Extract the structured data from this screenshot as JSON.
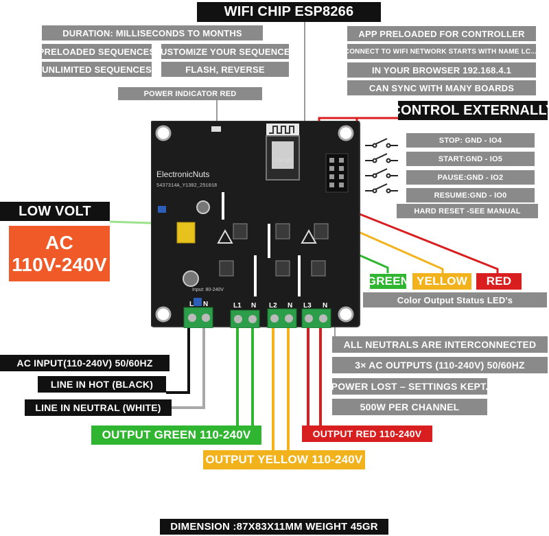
{
  "title": "WIFI CHIP ESP8266",
  "features": {
    "duration": "DURATION: MILLISECONDS TO MONTHS",
    "preloaded": "PRELOADED SEQUENCES",
    "customize": "CUSTOMIZE YOUR SEQUENCES",
    "unlimited": "UNLIMITED SEQUENCES",
    "flash": "FLASH, REVERSE",
    "power_indicator": "POWER INDICATOR RED"
  },
  "app": {
    "preloaded": "APP PRELOADED FOR CONTROLLER",
    "connect": "CONNECT TO WIFI NETWORK STARTS WITH NAME LC....",
    "browser": "IN YOUR BROWSER 192.168.4.1",
    "sync": "CAN SYNC WITH MANY BOARDS"
  },
  "control": {
    "title": "CONTROL EXTERNALLY",
    "stop": "STOP: GND - IO4",
    "start": "START:GND - IO5",
    "pause": "PAUSE:GND - IO2",
    "resume": "RESUME:GND - IO0",
    "reset": "HARD RESET -SEE MANUAL"
  },
  "power": {
    "low_volt": "LOW VOLT",
    "ac_line1": "AC",
    "ac_line2": "110V-240V"
  },
  "leds": {
    "green": "GREEN",
    "yellow": "YELLOW",
    "red": "RED",
    "caption": "Color Output Status LED's"
  },
  "board": {
    "brand": "ElectronicNuts",
    "model": "5437314A_Y1302_251018",
    "input_rating": "Input: 80-240V",
    "l1": "L1",
    "l2": "L2",
    "l3": "L3",
    "n1": "N",
    "n2": "N",
    "n3": "N",
    "l_in": "L",
    "n_in": "N",
    "module_label": "ESP-12F"
  },
  "specs": {
    "neutrals": "ALL NEUTRALS ARE INTERCONNECTED",
    "outputs": "3× AC OUTPUTS (110-240V) 50/60HZ",
    "power_lost": "POWER LOST – SETTINGS KEPT.",
    "per_channel": "500W PER CHANNEL"
  },
  "inputs": {
    "ac_input": "AC INPUT(110-240V) 50/60HZ",
    "hot": "LINE IN HOT (BLACK)",
    "neutral": "LINE IN NEUTRAL (WHITE)"
  },
  "outputs": {
    "green": "OUTPUT  GREEN 110-240V",
    "red": "OUTPUT RED  110-240V",
    "yellow": "OUTPUT  YELLOW 110-240V"
  },
  "dimension": "DIMENSION :87X83X11MM  WEIGHT 45GR",
  "colors": {
    "gray": "#8a8a8a",
    "dark": "#111111",
    "green": "#2fb52f",
    "yellow": "#f2b21c",
    "red": "#d81e1e",
    "orange": "#f05a28",
    "pcb": "#1c1c1c"
  }
}
